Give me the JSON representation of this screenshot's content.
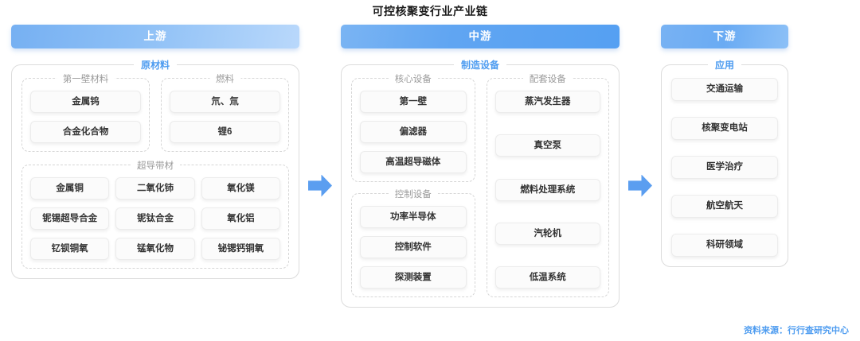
{
  "title": "可控核聚变行业产业链",
  "source_note": "资料来源：行行查研究中心",
  "colors": {
    "accent_blue": "#4e9cf0",
    "arrow_blue": "#5b9ef0",
    "chip_text": "#333333",
    "subgroup_label": "#9a9a9a",
    "header_text": "#ffffff"
  },
  "arrows": [
    {
      "name": "arrow-upstream-to-midstream",
      "glyph": "right-arrow-icon"
    },
    {
      "name": "arrow-midstream-to-downstream",
      "glyph": "right-arrow-icon"
    }
  ],
  "stages": {
    "upstream": {
      "header": "上游",
      "group_title": "原材料",
      "subgroups": [
        {
          "title": "第一壁材料",
          "items": [
            "金属钨",
            "合金化合物"
          ]
        },
        {
          "title": "燃料",
          "items": [
            "氘、氚",
            "锂6"
          ]
        },
        {
          "title": "超导带材",
          "items": [
            "金属铜",
            "二氧化铈",
            "氧化镁",
            "铌锡超导合金",
            "铌钛合金",
            "氧化铝",
            "钇钡铜氧",
            "锰氧化物",
            "铋锶钙铜氧"
          ]
        }
      ]
    },
    "midstream": {
      "header": "中游",
      "group_title": "制造设备",
      "subgroups": [
        {
          "title": "核心设备",
          "items": [
            "第一壁",
            "偏滤器",
            "高温超导磁体"
          ]
        },
        {
          "title": "控制设备",
          "items": [
            "功率半导体",
            "控制软件",
            "探测装置"
          ]
        },
        {
          "title": "配套设备",
          "items": [
            "蒸汽发生器",
            "真空泵",
            "燃料处理系统",
            "汽轮机",
            "低温系统"
          ]
        }
      ]
    },
    "downstream": {
      "header": "下游",
      "group_title": "应用",
      "subgroups": [
        {
          "title": "应用",
          "items": [
            "交通运输",
            "核聚变电站",
            "医学治疗",
            "航空航天",
            "科研领域"
          ]
        }
      ]
    }
  }
}
